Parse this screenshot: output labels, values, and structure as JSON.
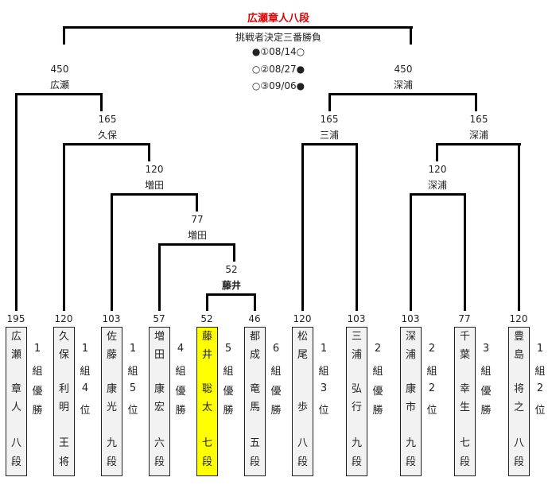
{
  "header": {
    "title": "広瀬章人八段",
    "subtitle": "挑戦者決定三番勝負",
    "games": [
      "●①08/14○",
      "○②08/27●",
      "○③09/06●"
    ]
  },
  "colors": {
    "highlight": "#ffff00",
    "title": "#e00000",
    "box": "#f2f2f2"
  },
  "bracket": {
    "left_final": {
      "score": "450",
      "name": "広瀬"
    },
    "right_final": {
      "score": "450",
      "name": "深浦"
    },
    "kubo": {
      "score": "165",
      "name": "久保"
    },
    "masuda120": {
      "score": "120",
      "name": "増田"
    },
    "masuda77": {
      "score": "77",
      "name": "増田"
    },
    "fujii": {
      "score": "52",
      "name": "藤井"
    },
    "miura": {
      "score": "165",
      "name": "三浦"
    },
    "fukaura165": {
      "score": "165",
      "name": "深浦"
    },
    "fukaura120": {
      "score": "120",
      "name": "深浦"
    }
  },
  "players": [
    {
      "score": "195",
      "chars": [
        "広",
        "瀬",
        "章",
        "人",
        "八",
        "段"
      ],
      "side": [
        "1",
        "組",
        "優",
        "勝"
      ]
    },
    {
      "score": "120",
      "chars": [
        "久",
        "保",
        "利",
        "明",
        "王",
        "将"
      ],
      "side": [
        "1",
        "組",
        "4",
        "位"
      ]
    },
    {
      "score": "103",
      "chars": [
        "佐",
        "藤",
        "康",
        "光",
        "九",
        "段"
      ],
      "side": [
        "1",
        "組",
        "5",
        "位"
      ]
    },
    {
      "score": "57",
      "chars": [
        "増",
        "田",
        "康",
        "宏",
        "六",
        "段"
      ],
      "side": [
        "4",
        "組",
        "優",
        "勝"
      ]
    },
    {
      "score": "52",
      "chars": [
        "藤",
        "井",
        "聡",
        "太",
        "七",
        "段"
      ],
      "side": [
        "5",
        "組",
        "優",
        "勝"
      ],
      "highlight": true
    },
    {
      "score": "46",
      "chars": [
        "都",
        "成",
        "竜",
        "馬",
        "五",
        "段"
      ],
      "side": [
        "6",
        "組",
        "優",
        "勝"
      ]
    },
    {
      "score": "120",
      "chars": [
        "松",
        "尾",
        "",
        "歩",
        "八",
        "段"
      ],
      "side": [
        "1",
        "組",
        "3",
        "位"
      ]
    },
    {
      "score": "103",
      "chars": [
        "三",
        "浦",
        "弘",
        "行",
        "九",
        "段"
      ],
      "side": [
        "2",
        "組",
        "優",
        "勝"
      ]
    },
    {
      "score": "103",
      "chars": [
        "深",
        "浦",
        "康",
        "市",
        "九",
        "段"
      ],
      "side": [
        "2",
        "組",
        "2",
        "位"
      ]
    },
    {
      "score": "77",
      "chars": [
        "千",
        "葉",
        "幸",
        "生",
        "七",
        "段"
      ],
      "side": [
        "3",
        "組",
        "優",
        "勝"
      ]
    },
    {
      "score": "120",
      "chars": [
        "豊",
        "島",
        "将",
        "之",
        "八",
        "段"
      ],
      "side": [
        "1",
        "組",
        "2",
        "位"
      ]
    }
  ]
}
